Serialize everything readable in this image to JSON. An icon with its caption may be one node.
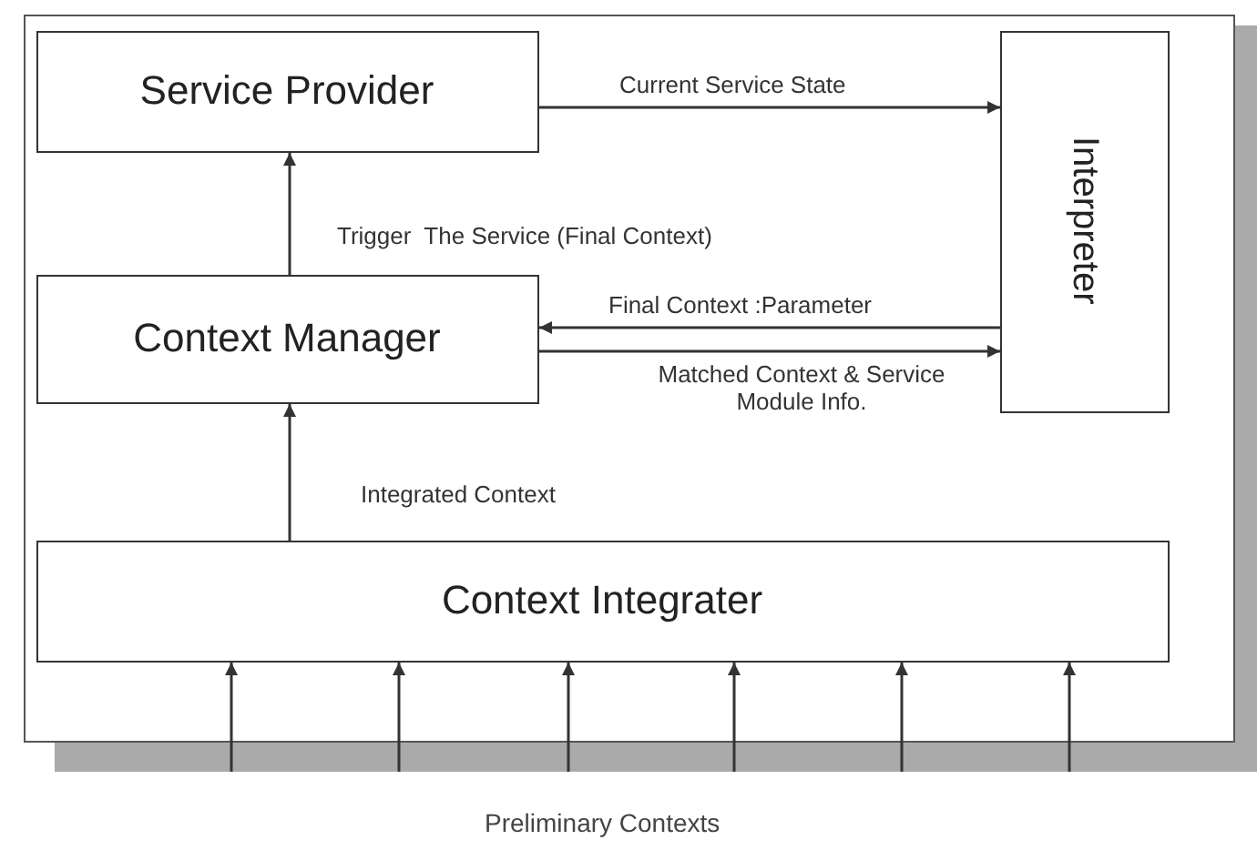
{
  "diagram": {
    "nodes": [
      {
        "text": [],
        "shape": "box"
      },
      {
        "text": [
          "Service Provider"
        ],
        "in": 0
      },
      {
        "text": [
          "Interpreter"
        ],
        "in": 0
      },
      {
        "text": [
          "Context Manager"
        ],
        "in": 0
      },
      {
        "text": [
          "Context Integrater"
        ],
        "in": 0
      }
    ],
    "edges": [
      {
        "from": 1,
        "to": 2,
        "arrow": "to",
        "label": "Current Service State"
      },
      {
        "from": 3,
        "to": 1,
        "arrow": "to",
        "label": "Trigger  The Service (Final Context)"
      },
      {
        "from": 2,
        "to": 3,
        "arrow": "to",
        "label": "Final Context :Parameter"
      },
      {
        "from": 3,
        "to": 2,
        "arrow": "to",
        "label": "Matched Context & Service Module Info."
      },
      {
        "from": 4,
        "to": 3,
        "arrow": "to",
        "label": "Integrated Context"
      },
      {
        "from": null,
        "to": 4,
        "arrow": "to"
      },
      {
        "from": null,
        "to": 4,
        "arrow": "to"
      },
      {
        "from": null,
        "to": 4,
        "arrow": "to"
      },
      {
        "from": null,
        "to": 4,
        "arrow": "to"
      },
      {
        "from": null,
        "to": 4,
        "arrow": "to"
      },
      {
        "from": null,
        "to": 4,
        "arrow": "to"
      }
    ],
    "labels": [
      "Preliminary Contexts"
    ]
  }
}
